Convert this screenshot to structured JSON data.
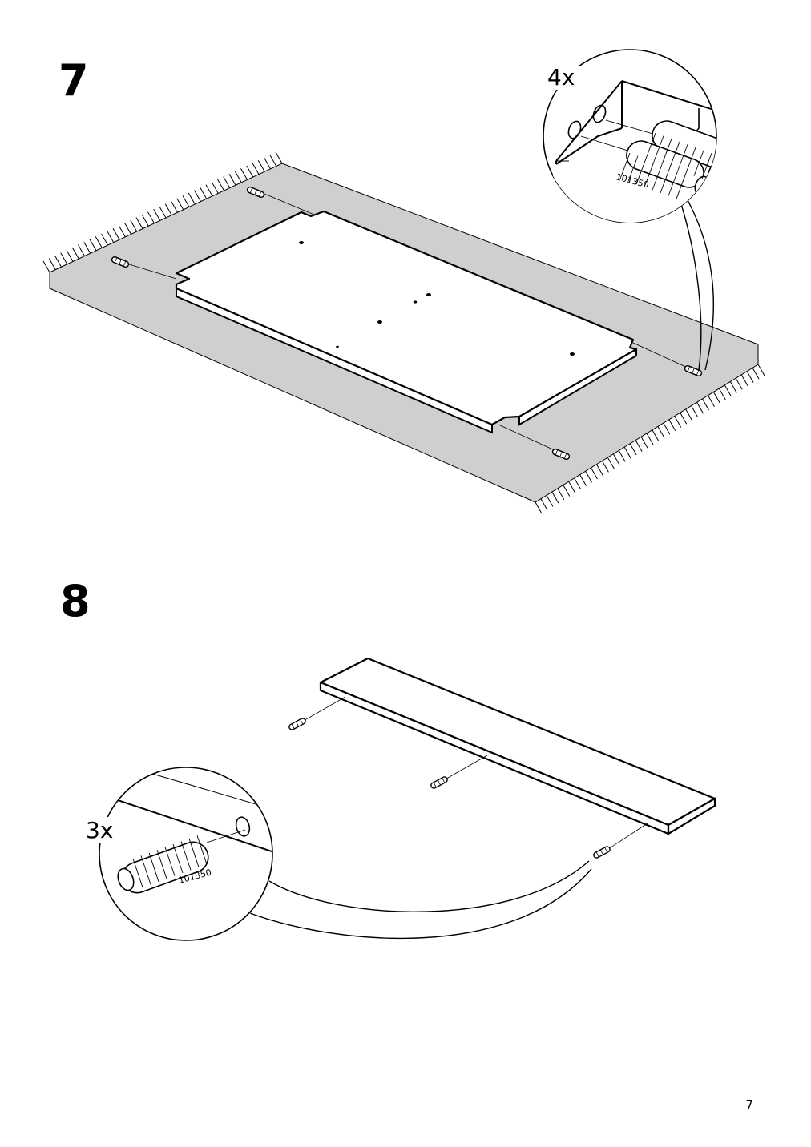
{
  "steps": [
    {
      "number": "7",
      "quantity": "4x",
      "part_number": "101350"
    },
    {
      "number": "8",
      "quantity": "3x",
      "part_number": "101350"
    }
  ],
  "page_number": "7"
}
